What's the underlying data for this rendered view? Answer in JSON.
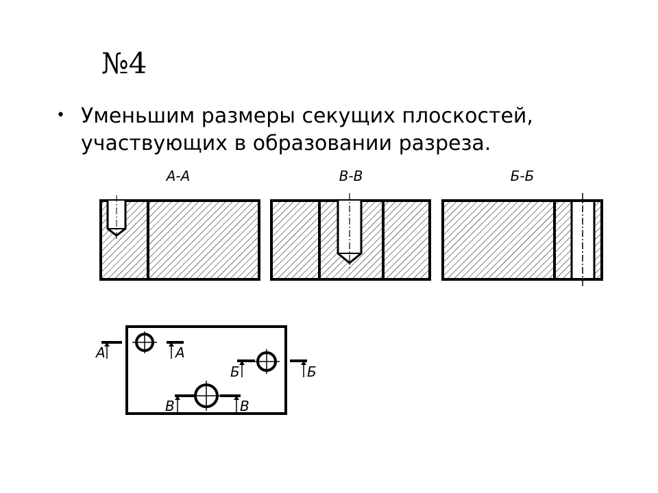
{
  "slide": {
    "title": "№4",
    "bullet_lines": [
      "Уменьшим размеры секущих плоскостей,",
      "участвующих в образовании разреза."
    ]
  },
  "sections": [
    {
      "label": "А-А"
    },
    {
      "label": "В-В"
    },
    {
      "label": "Б-Б"
    }
  ],
  "plan": {
    "cut_A": {
      "left": "А",
      "right": "А"
    },
    "cut_B": {
      "left": "Б",
      "right": "Б"
    },
    "cut_V": {
      "left": "В",
      "right": "В"
    }
  }
}
